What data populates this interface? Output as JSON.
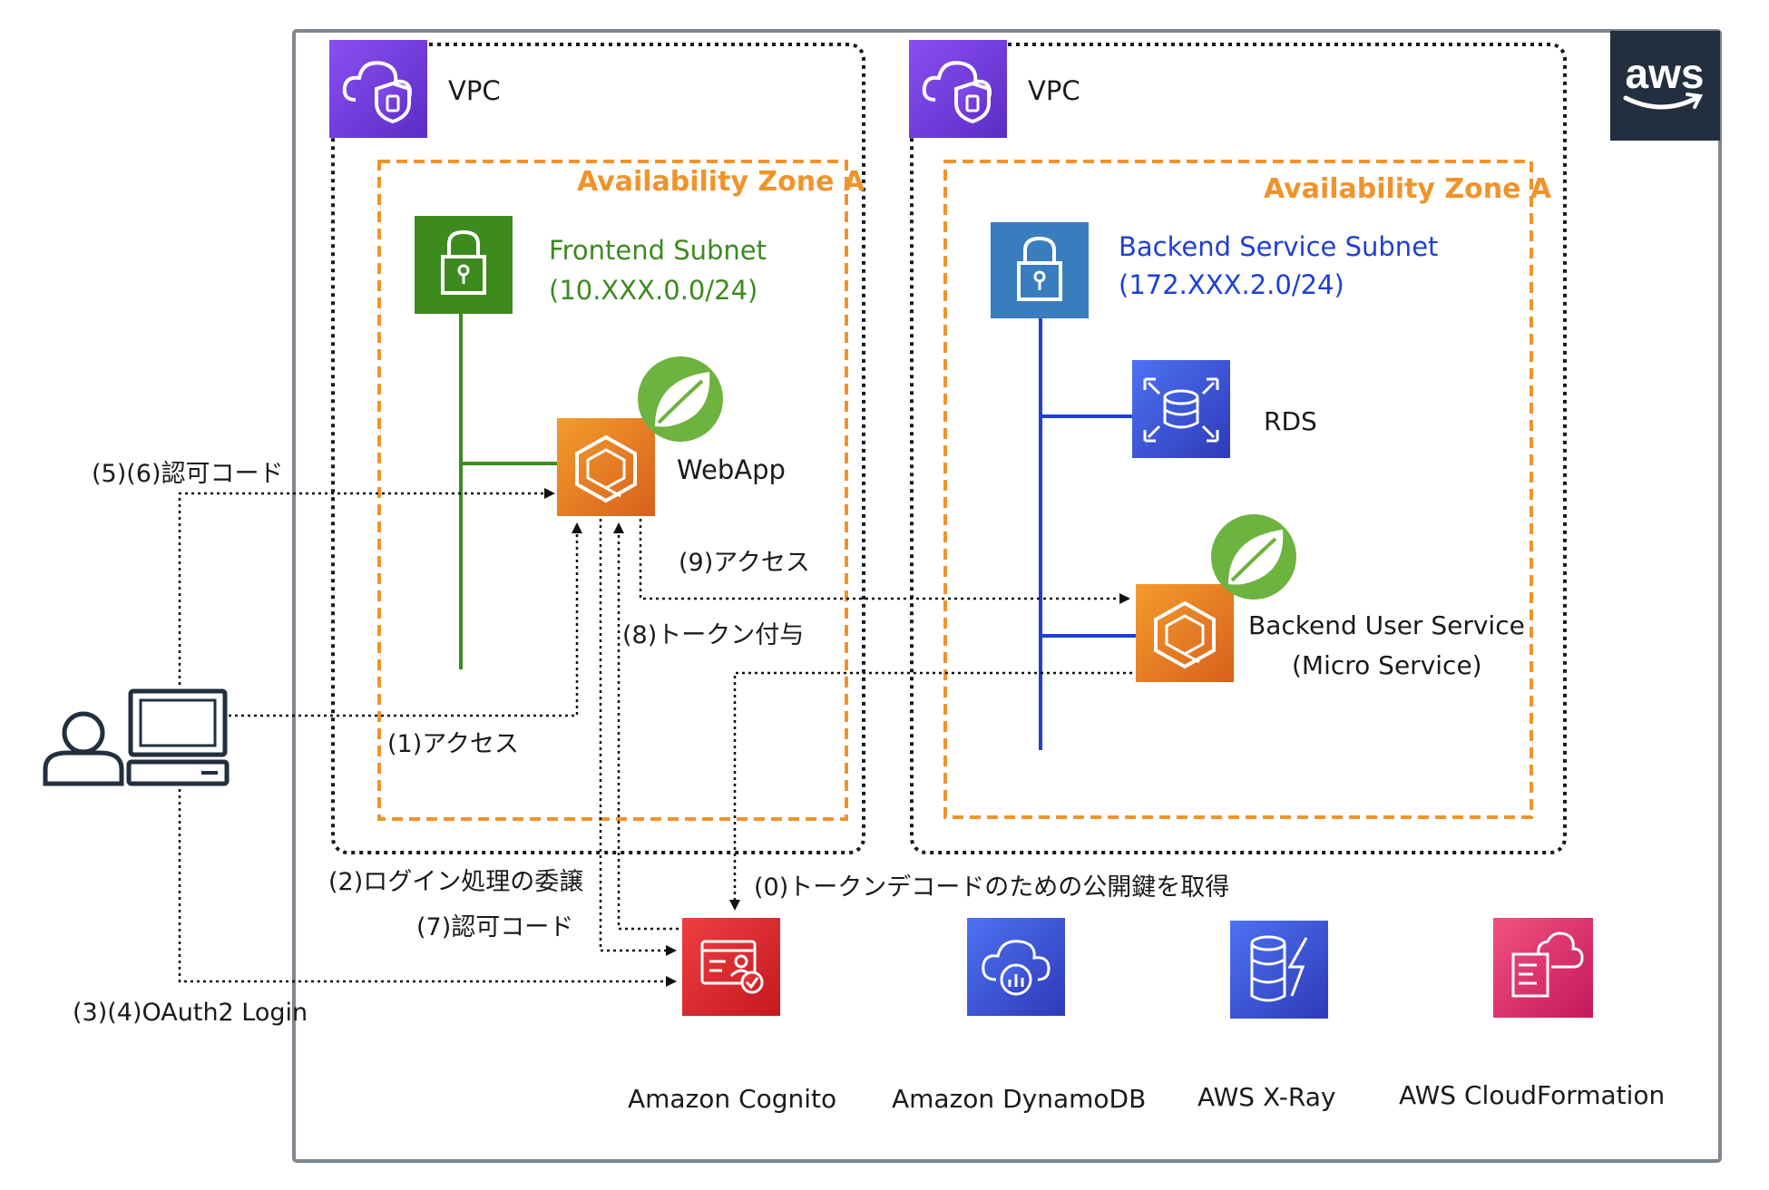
{
  "aws_logo": {
    "text": "aws"
  },
  "vpcs": [
    {
      "label": "VPC"
    },
    {
      "label": "VPC"
    }
  ],
  "availability_zones": [
    {
      "label": "Availability Zone A"
    },
    {
      "label": "Availability Zone A"
    }
  ],
  "subnets": {
    "frontend": {
      "name": "Frontend Subnet",
      "cidr": "(10.XXX.0.0/24)"
    },
    "backend": {
      "name": "Backend Service Subnet",
      "cidr": "(172.XXX.2.0/24)"
    }
  },
  "nodes": {
    "webapp": "WebApp",
    "rds": "RDS",
    "backend_user_service": {
      "line1": "Backend User Service",
      "line2": "(Micro Service)"
    }
  },
  "services": [
    {
      "label": "Amazon Cognito",
      "icon": "cognito-icon",
      "color": "#d6242b"
    },
    {
      "label": "Amazon DynamoDB",
      "icon": "dynamodb-icon",
      "color": "#3b48cc"
    },
    {
      "label": "AWS X-Ray",
      "icon": "xray-icon",
      "color": "#3b48cc"
    },
    {
      "label": "AWS CloudFormation",
      "icon": "cloudformation-icon",
      "color": "#d6246b"
    }
  ],
  "steps": {
    "s56": "(5)(6)認可コード",
    "s1": "(1)アクセス",
    "s2": "(2)ログイン処理の委譲",
    "s7": "(7)認可コード",
    "s34": "(3)(4)OAuth2 Login",
    "s9": "(9)アクセス",
    "s8": "(8)トークン付与",
    "s0": "(0)トークンデコードのための公開鍵を取得"
  },
  "colors": {
    "vpc_purple": "#7b3fe4",
    "az_orange": "#f0932b",
    "frontend_green": "#3d8a1f",
    "backend_blue": "#1e3fd6",
    "subnet_blue_icon": "#3a7dbf",
    "ecs_orange": "#e07b1f",
    "aws_dark": "#232f3e",
    "spring_green": "#6db33f"
  }
}
